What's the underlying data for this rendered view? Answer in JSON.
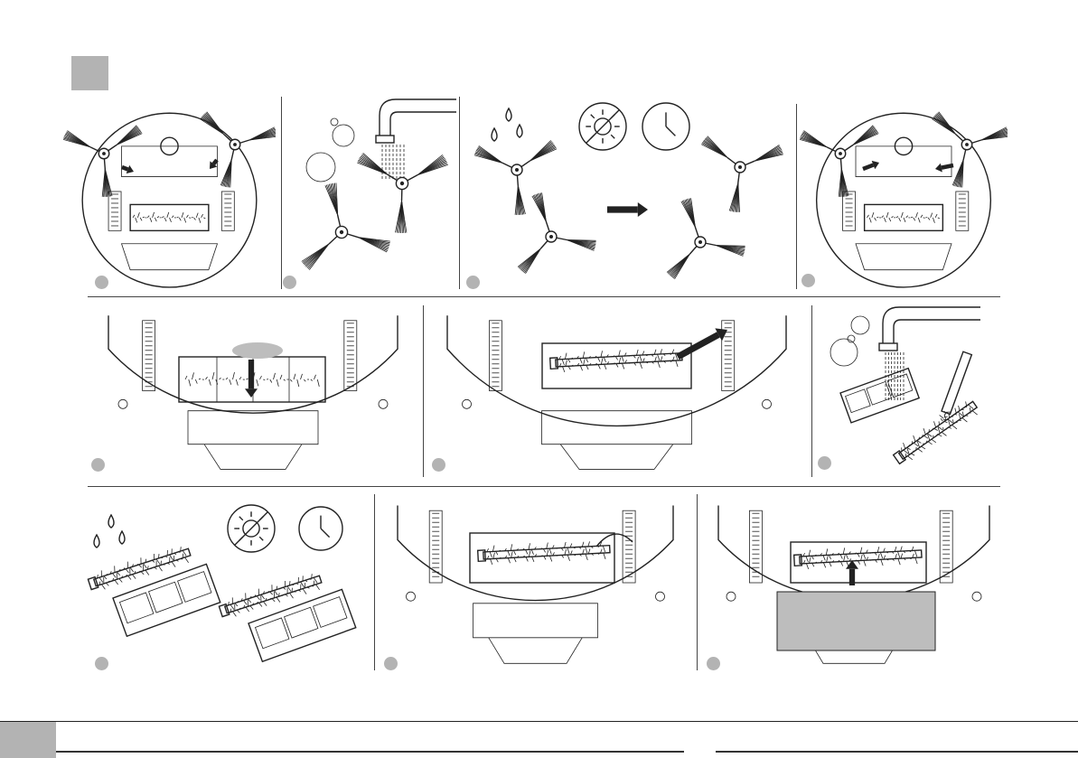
{
  "panels": [
    {
      "name": "remove-side-brushes",
      "kind": "robot-side"
    },
    {
      "name": "rinse-side-brush",
      "kind": "rinse-side"
    },
    {
      "name": "dry-side-brushes",
      "kind": "dry-side"
    },
    {
      "name": "reattach-side-brushes",
      "kind": "robot-side"
    },
    {
      "name": "press-cover-tab",
      "kind": "cover-down"
    },
    {
      "name": "lift-main-brush",
      "kind": "brush-up"
    },
    {
      "name": "rinse-brush-and-cover",
      "kind": "rinse-parts"
    },
    {
      "name": "dry-brush-and-cover",
      "kind": "dry-parts"
    },
    {
      "name": "insert-main-brush",
      "kind": "brush-in"
    },
    {
      "name": "attach-cover",
      "kind": "cover-up"
    }
  ],
  "colors": {
    "marker": "#b3b3b3",
    "line": "#222222",
    "highlight": "#bdbdbd"
  },
  "icons": [
    "sun-off-icon",
    "clock-icon",
    "water-drops-icon",
    "faucet-icon",
    "arrow-icon"
  ]
}
